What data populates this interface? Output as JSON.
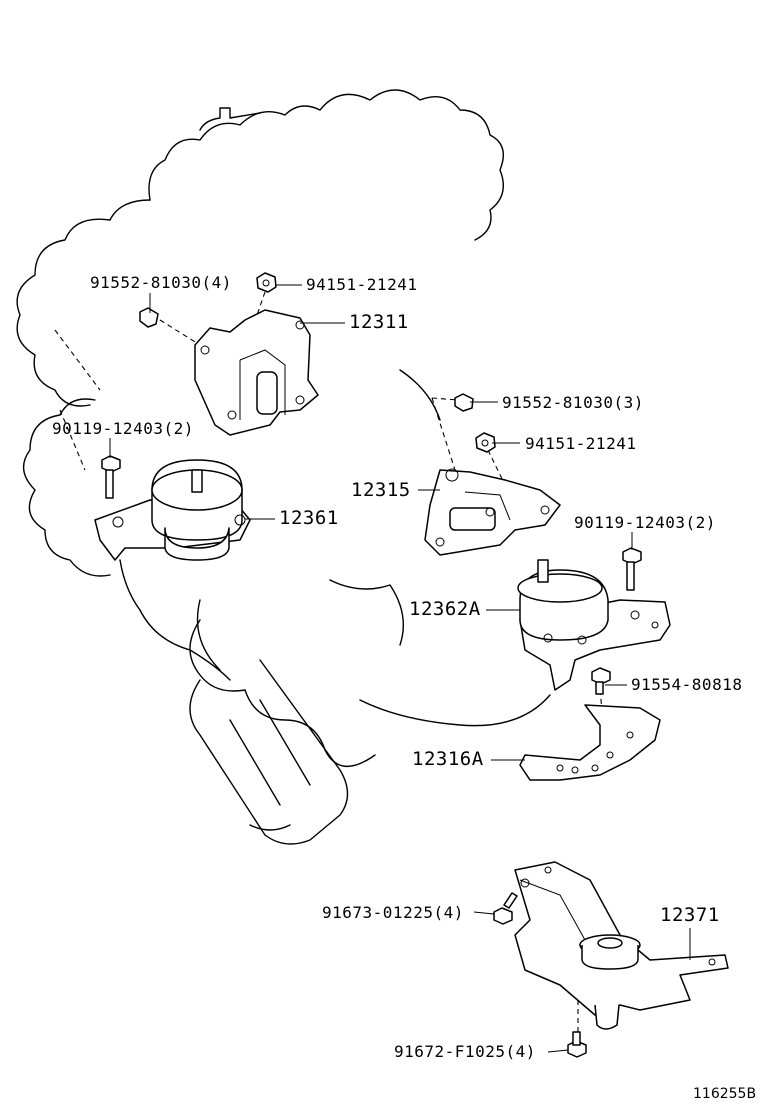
{
  "diagram": {
    "callouts": {
      "bolt_91552_top": "91552-81030(4)",
      "nut_94151_top": "94151-21241",
      "bracket_12311": "12311",
      "bolt_90119_left": "90119-12403(2)",
      "mount_12361": "12361",
      "bolt_91552_right": "91552-81030(3)",
      "nut_94151_right": "94151-21241",
      "bracket_12315": "12315",
      "bolt_90119_right": "90119-12403(2)",
      "mount_12362A": "12362A",
      "bolt_91554": "91554-80818",
      "bracket_12316A": "12316A",
      "bolt_91673": "91673-01225(4)",
      "mount_12371": "12371",
      "bolt_91672": "91672-F1025(4)"
    },
    "reference_number": "116255B"
  }
}
